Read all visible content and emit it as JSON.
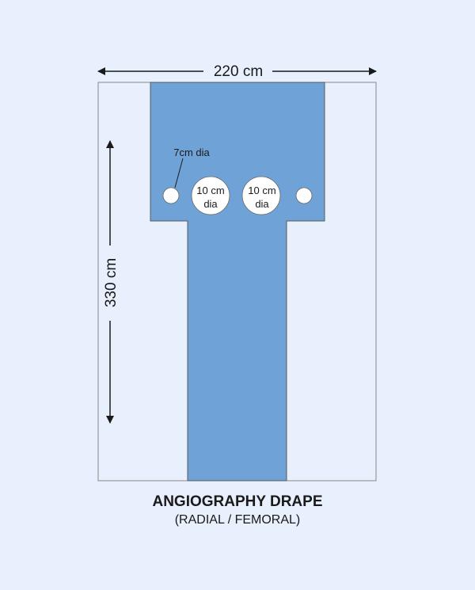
{
  "width_label": "220 cm",
  "height_label": "330 cm",
  "small_hole_label": "7cm dia",
  "large_hole_1": {
    "line1": "10 cm",
    "line2": "dia"
  },
  "large_hole_2": {
    "line1": "10 cm",
    "line2": "dia"
  },
  "title": "ANGIOGRAPHY DRAPE",
  "subtitle": "(RADIAL / FEMORAL)",
  "colors": {
    "background": "#e7f0fc",
    "drape": "#6fa3d8",
    "outline": "#8a8a8a",
    "text": "#1a1a1a"
  }
}
